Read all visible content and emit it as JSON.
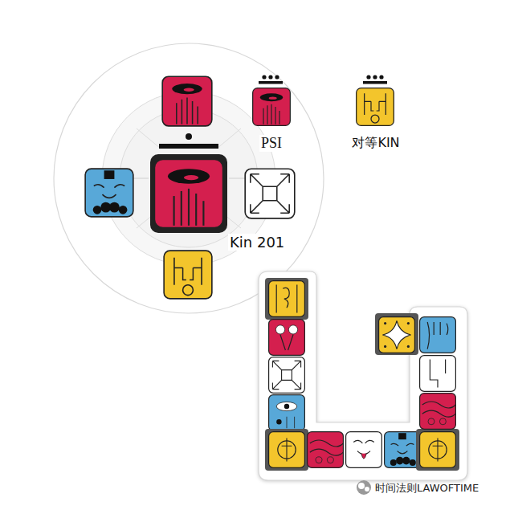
{
  "diagram": {
    "nodes": [
      {
        "text": [
          "PSI"
        ]
      },
      {
        "text": [
          "对等KIN"
        ]
      },
      {
        "text": [
          "Kin 201"
        ]
      }
    ],
    "labels": [
      "时间法则LAWOFTIME"
    ]
  }
}
